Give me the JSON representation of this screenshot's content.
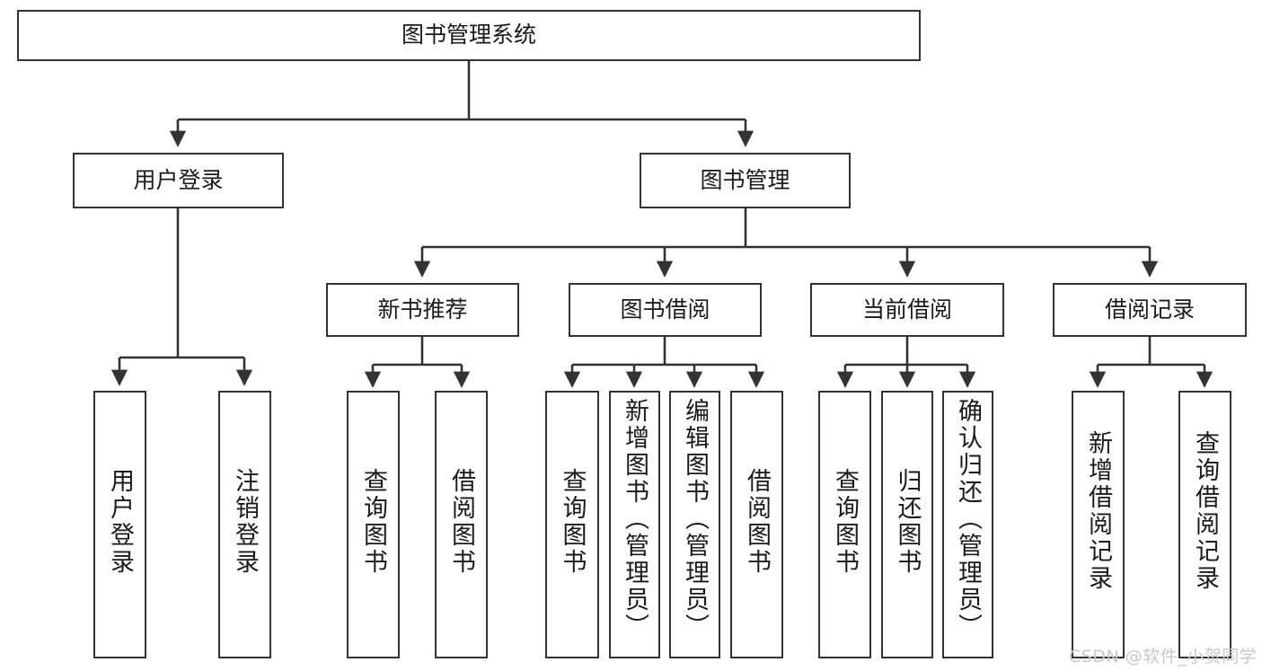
{
  "diagram": {
    "type": "hierarchy-tree",
    "title": "图书管理系统",
    "root": {
      "id": "root",
      "label": "图书管理系统"
    },
    "level2": [
      {
        "id": "user-login",
        "label": "用户登录"
      },
      {
        "id": "book-management",
        "label": "图书管理"
      }
    ],
    "level3": [
      {
        "id": "new-book-recommend",
        "label": "新书推荐",
        "parent": "book-management"
      },
      {
        "id": "book-borrow",
        "label": "图书借阅",
        "parent": "book-management"
      },
      {
        "id": "current-borrow",
        "label": "当前借阅",
        "parent": "book-management"
      },
      {
        "id": "borrow-record",
        "label": "借阅记录",
        "parent": "book-management"
      }
    ],
    "leaves": {
      "user-login": [
        {
          "id": "leaf-user-login",
          "label": "用户登录"
        },
        {
          "id": "leaf-logout-login",
          "label": "注销登录"
        }
      ],
      "new-book-recommend": [
        {
          "id": "leaf-query-book-1",
          "label": "查询图书"
        },
        {
          "id": "leaf-borrow-book-1",
          "label": "借阅图书"
        }
      ],
      "book-borrow": [
        {
          "id": "leaf-query-book-2",
          "label": "查询图书"
        },
        {
          "id": "leaf-add-book",
          "label": "新增图书（管理员）"
        },
        {
          "id": "leaf-edit-book",
          "label": "编辑图书（管理员）"
        },
        {
          "id": "leaf-borrow-book-2",
          "label": "借阅图书"
        }
      ],
      "current-borrow": [
        {
          "id": "leaf-query-book-3",
          "label": "查询图书"
        },
        {
          "id": "leaf-return-book",
          "label": "归还图书"
        },
        {
          "id": "leaf-confirm-return",
          "label": "确认归还（管理员）"
        }
      ],
      "borrow-record": [
        {
          "id": "leaf-add-record",
          "label": "新增借阅记录"
        },
        {
          "id": "leaf-query-record",
          "label": "查询借阅记录"
        }
      ]
    },
    "colors": {
      "box_border": "#333333",
      "box_fill": "#ffffff",
      "connector": "#333333",
      "text": "#1a1a1a",
      "watermark": "#c9c9c9",
      "background": "#ffffff"
    }
  },
  "watermark": {
    "text": "CSDN @软件_小贺同学"
  }
}
